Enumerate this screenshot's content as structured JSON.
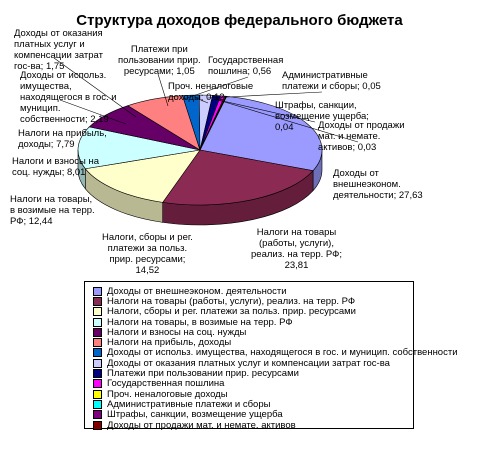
{
  "chart_data": {
    "type": "pie",
    "title": "Структура доходов федерального бюджета",
    "slices": [
      {
        "name": "Доходы от внешнеэконом. деятельности",
        "value": 27.63,
        "color": "#9a9aff",
        "label": "Доходы от\nвнешнеэконом.\nдеятельности; 27,63"
      },
      {
        "name": "Налоги на товары (работы, услуги), реализ. на терр. РФ",
        "value": 23.81,
        "color": "#8b2a52",
        "label": "Налоги на товары\n(работы, услуги),\nреализ. на терр. РФ;\n23,81"
      },
      {
        "name": "Налоги, сборы и рег. платежи за польз. прир. ресурсами",
        "value": 14.52,
        "color": "#ffffcc",
        "label": "Налоги, сборы и рег.\nплатежи за польз.\nприр. ресурсами;\n14,52"
      },
      {
        "name": "Налоги на товары, в возимые на терр. РФ",
        "value": 12.44,
        "color": "#ccffff",
        "label": "Налоги на товары,\nв возимые на терр.\nРФ; 12,44"
      },
      {
        "name": "Налоги и взносы на соц. нужды",
        "value": 8.01,
        "color": "#660066",
        "label": "Налоги и взносы на\nсоц. нужды; 8,01"
      },
      {
        "name": "Налоги на прибыль, доходы",
        "value": 7.79,
        "color": "#ff8080",
        "label": "Налоги на прибыль,\nдоходы; 7,79"
      },
      {
        "name": "Доходы от использ. имущества, находящегося в гос. и муницип. собственности",
        "value": 2.19,
        "color": "#0066cc",
        "label": "Доходы от использ.\nимущества,\nнаходящегося в гос. и\nмуницип.\nсобственности; 2,19"
      },
      {
        "name": "Доходы от оказания платных услуг и компенсации затрат гос-ва",
        "value": 1.75,
        "color": "#ccccff",
        "label": "Доходы от оказания\nплатных услуг и\nкомпенсации затрат\nгос-ва; 1,75"
      },
      {
        "name": "Платежи при пользовании прир. ресурсами",
        "value": 1.05,
        "color": "#000080",
        "label": "Платежи при\nпользовании прир.\nресурсами; 1,05"
      },
      {
        "name": "Государственная пошлина",
        "value": 0.56,
        "color": "#ff00ff",
        "label": "Государственная\nпошлина; 0,56"
      },
      {
        "name": "Проч. неналоговые доходы",
        "value": 0.12,
        "color": "#ffff00",
        "label": "Проч. неналоговые\nдоходы; 0,12"
      },
      {
        "name": "Административные платежи и сборы",
        "value": 0.05,
        "color": "#00ffff",
        "label": "Административные\nплатежи и сборы; 0,05"
      },
      {
        "name": "Штрафы, санкции, возмещение ущерба",
        "value": 0.04,
        "color": "#800080",
        "label": "Штрафы, санкции,\nвозмещение ущерба;\n0,04"
      },
      {
        "name": "Доходы от продажи мат. и немате. активов",
        "value": 0.03,
        "color": "#800000",
        "label": "Доходы от продажи\nмат. и немате.\nактивов; 0,03"
      }
    ],
    "legend_placement": "bottom"
  }
}
